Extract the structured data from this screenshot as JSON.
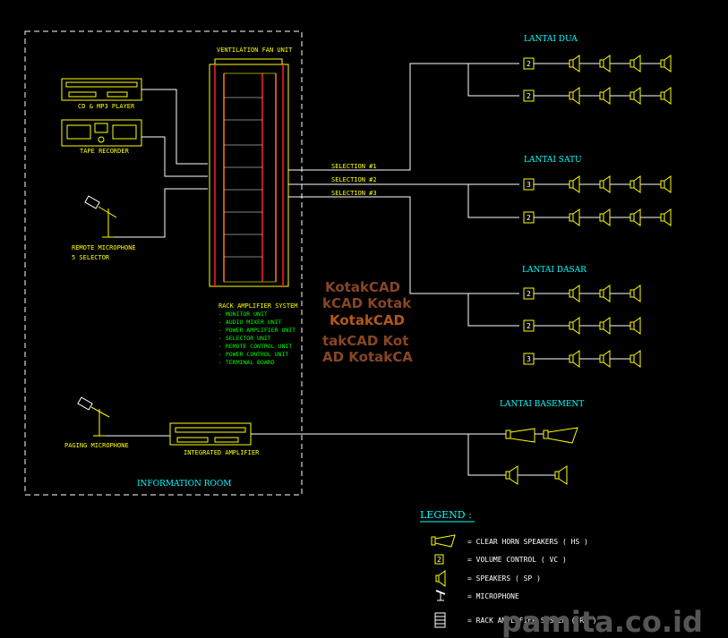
{
  "info_room": {
    "title": "INFORMATION ROOM"
  },
  "devices": {
    "cd_player": "CD & MP3 PLAYER",
    "tape_recorder": "TAPE RECORDER",
    "remote_mic_1": "REMOTE MICROPHONE",
    "remote_mic_2": "5 SELECTOR",
    "paging_mic": "PAGING MICROPHONE",
    "integrated_amp": "INTEGRATED AMPLIFIER"
  },
  "rack": {
    "ventilation": "VENTILATION FAN UNIT",
    "title": "RACK AMPLIFIER SYSTEM",
    "items": [
      "- MONITOR UNIT",
      "- AUDIO MIXER UNIT",
      "- POWER AMPLIFIER UNIT",
      "- SELECTOR UNIT",
      "- REMOTE CONTROL UNIT",
      "- POWER CONTROL UNIT",
      "- TERMINAL BOARD"
    ]
  },
  "selections": [
    "SELECTION #1",
    "SELECTION #2",
    "SELECTION #3"
  ],
  "floors": {
    "lantai_dua": "LANTAI DUA",
    "lantai_satu": "LANTAI SATU",
    "lantai_dasar": "LANTAI DASAR",
    "lantai_basement": "LANTAI BASEMENT"
  },
  "volume_label": "2",
  "volume_label_3": "3",
  "legend": {
    "title": "LEGEND :",
    "items": [
      "=   CLEAR HORN SPEAKERS ( HS )",
      "=   VOLUME CONTROL ( VC )",
      "=   SPEAKERS ( SP )",
      "=   MICROPHONE",
      "=   RACK AMPLIFIER SYSTEM ( RA )"
    ]
  },
  "watermarks": {
    "kotak_1": "KotakCAD",
    "kotak_2": "kCAD Kotak",
    "kotak_3": "KotakCAD",
    "kotak_4": "takCAD Kot",
    "kotak_5": "AD KotakCA",
    "site": "pamita.co.id"
  },
  "colors": {
    "background": "#000000",
    "wire": "#ffffff",
    "equipment": "#ffff00",
    "title": "#00ffff",
    "rack_list": "#00ff00",
    "rack_frame": "#ff2020"
  }
}
